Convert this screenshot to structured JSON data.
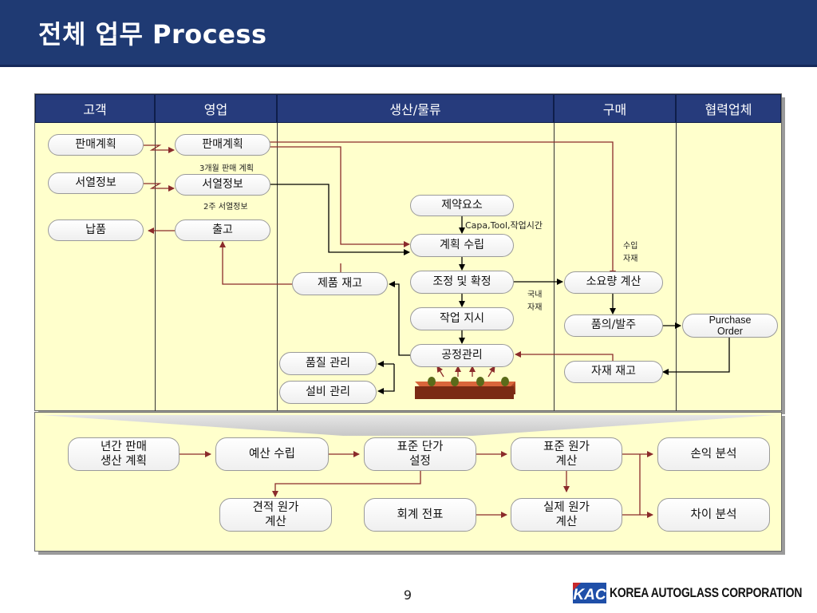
{
  "title": "전체 업무 Process",
  "columns": [
    "고객",
    "영업",
    "생산/물류",
    "구매",
    "협력업체"
  ],
  "customer": {
    "sales_plan": "판매계획",
    "seq_info": "서열정보",
    "delivery": "납품"
  },
  "sales": {
    "sales_plan": "판매계획",
    "plan_note": "3개월 판매 계획",
    "seq_info": "서열정보",
    "seq_note": "2주 서열정보",
    "shipping": "출고"
  },
  "production": {
    "constraints": "제약요소",
    "constraint_note": "Capa,Tool,작업시간",
    "planning": "계획 수립",
    "adjust": "조정 및 확정",
    "work_order": "작업 지시",
    "process_mgmt": "공정관리",
    "product_stock": "제품 재고",
    "quality": "품질 관리",
    "equipment": "설비 관리",
    "domestic_note_1": "국내",
    "domestic_note_2": "자재"
  },
  "purchase": {
    "requirement": "소요량 계산",
    "order": "품의/발주",
    "material_stock": "자재 재고",
    "import_note_1": "수입",
    "import_note_2": "자재"
  },
  "supplier": {
    "po_line1": "Purchase",
    "po_line2": "Order"
  },
  "accounting": {
    "annual_plan_1": "년간 판매",
    "annual_plan_2": "생산 계획",
    "budget": "예산 수립",
    "std_price_1": "표준 단가",
    "std_price_2": "설정",
    "std_cost_1": "표준 원가",
    "std_cost_2": "계산",
    "profit": "손익 분석",
    "estimate_1": "견적 원가",
    "estimate_2": "계산",
    "voucher": "회계 전표",
    "actual_1": "실제 원가",
    "actual_2": "계산",
    "variance": "차이 분석"
  },
  "page_number": "9",
  "footer": {
    "logo_text": "KAC",
    "company": "KOREA AUTOGLASS CORPORATION"
  },
  "colors": {
    "title_bg": "#1f3a73",
    "header_bg": "#263b7c",
    "panel_bg": "#ffffcc",
    "arrow_red": "#8b2b2b",
    "arrow_black": "#000000",
    "equipment_brown": "#7a2a14"
  }
}
